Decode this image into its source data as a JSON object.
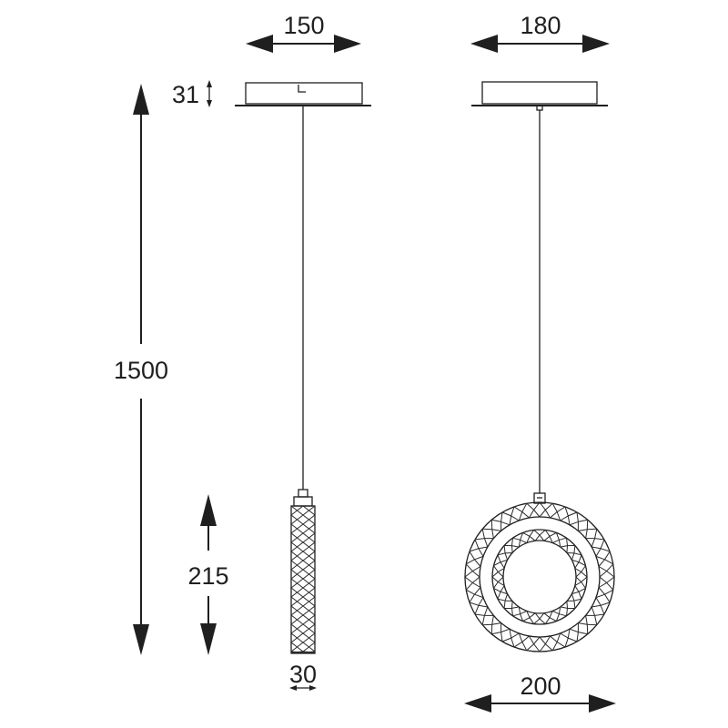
{
  "drawing": {
    "left_view": {
      "canopy_width": "150",
      "canopy_height": "31",
      "total_drop": "1500",
      "pendant_height": "215",
      "pendant_diameter": "30"
    },
    "right_view": {
      "canopy_width": "180",
      "ring_diameter": "200"
    }
  }
}
